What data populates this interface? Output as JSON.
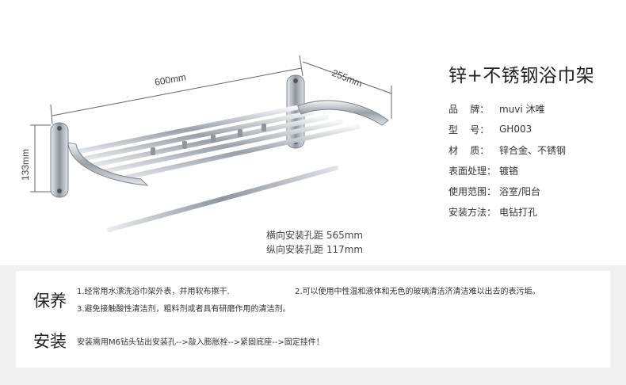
{
  "dimensions": {
    "width": "600mm",
    "depth": "255mm",
    "height": "133mm"
  },
  "mounting": {
    "horizontal": "横向安装孔距 565mm",
    "vertical": "纵向安装孔距 117mm"
  },
  "product": {
    "title": "锌+不锈钢浴巾架",
    "specs": [
      {
        "label": "品    牌：",
        "value": "muvi 沐唯"
      },
      {
        "label": "型    号：",
        "value": "GH003"
      },
      {
        "label": "材    质：",
        "value": "锌合金、不锈钢"
      },
      {
        "label": "表面处理：",
        "value": "镀铬"
      },
      {
        "label": "使用范围：",
        "value": "浴室/阳台"
      },
      {
        "label": "安装方法：",
        "value": "电钻打孔"
      }
    ]
  },
  "care": {
    "maintenance_title": "保养",
    "maintenance_1": "1.经常用水漂洗浴巾架外表，并用软布擦干.",
    "maintenance_2": "2.可以使用中性温和液体和无色的玻璃清洁济清洁难以出去的表污垢。",
    "maintenance_3": "3.避免接触酸性清洁剂，粗料剂或者具有研磨作用的清洁剂。",
    "install_title": "安装",
    "install_text": "安装需用M6钻头钻出安装孔-->敲入膨胀栓-->紧固底座-->固定挂件！"
  },
  "colors": {
    "chrome": "#c9ced4",
    "chrome_dark": "#7d848c",
    "background": "#f0f0f0"
  }
}
